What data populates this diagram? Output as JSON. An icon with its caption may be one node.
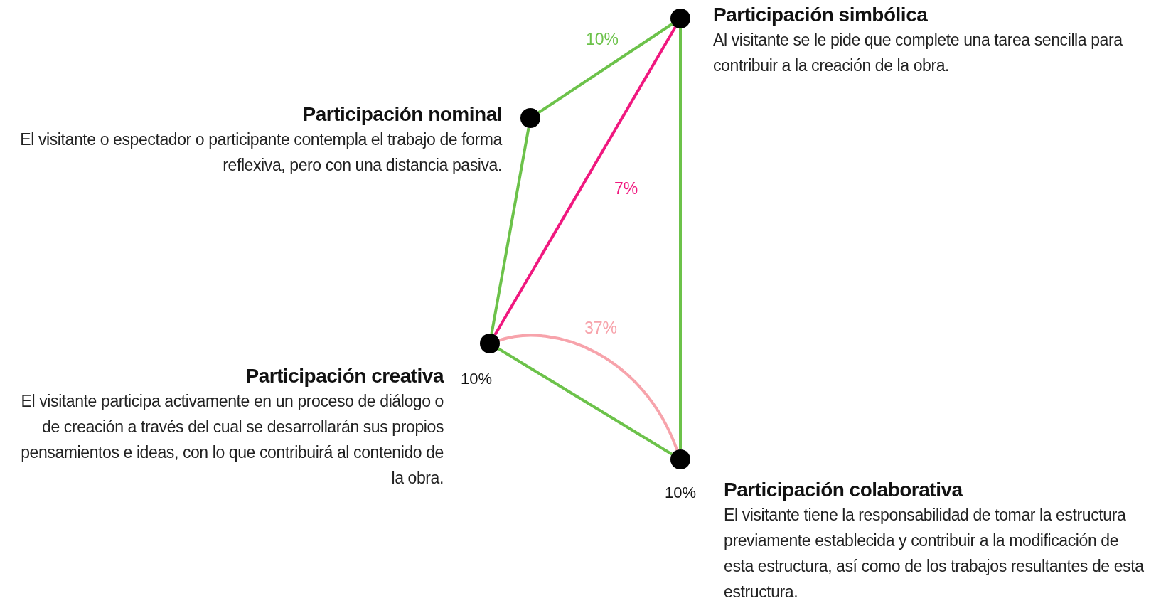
{
  "diagram": {
    "nodes": [
      {
        "text": [
          "Participación simbólica",
          "Al visitante se le pide que complete una tarea sencilla para contribuir a la creación de la obra."
        ]
      },
      {
        "text": [
          "Participación nominal",
          "El visitante o espectador o participante contempla el trabajo de forma reflexiva, pero con una distancia pasiva."
        ]
      },
      {
        "text": [
          "Participación creativa",
          "El visitante participa activamente en un proceso de diálogo o de creación a través del cual se desarrollarán sus propios pensamientos e ideas, con lo que contribuirá al contenido de la obra."
        ],
        "beside": [
          "10%"
        ]
      },
      {
        "text": [
          "Participación colaborativa",
          "El visitante tiene la responsabilidad de tomar la estructura previamente establecida y contribuir a la modificación de esta estructura, así como de los trabajos resultantes de esta estructura."
        ],
        "beside": [
          "10%"
        ]
      }
    ],
    "edges": [
      {
        "from": 1,
        "to": 0,
        "arrow": "none",
        "label": "10%"
      },
      {
        "from": 2,
        "to": 0,
        "arrow": "none",
        "label": "7%",
        "color": "#f0187f"
      },
      {
        "from": 1,
        "to": 2,
        "arrow": "none"
      },
      {
        "from": 2,
        "to": 3,
        "arrow": "none",
        "label": "37%",
        "color": "#f7a3ab"
      },
      {
        "from": 2,
        "to": 3,
        "arrow": "none"
      },
      {
        "from": 0,
        "to": 3,
        "arrow": "none"
      }
    ]
  }
}
